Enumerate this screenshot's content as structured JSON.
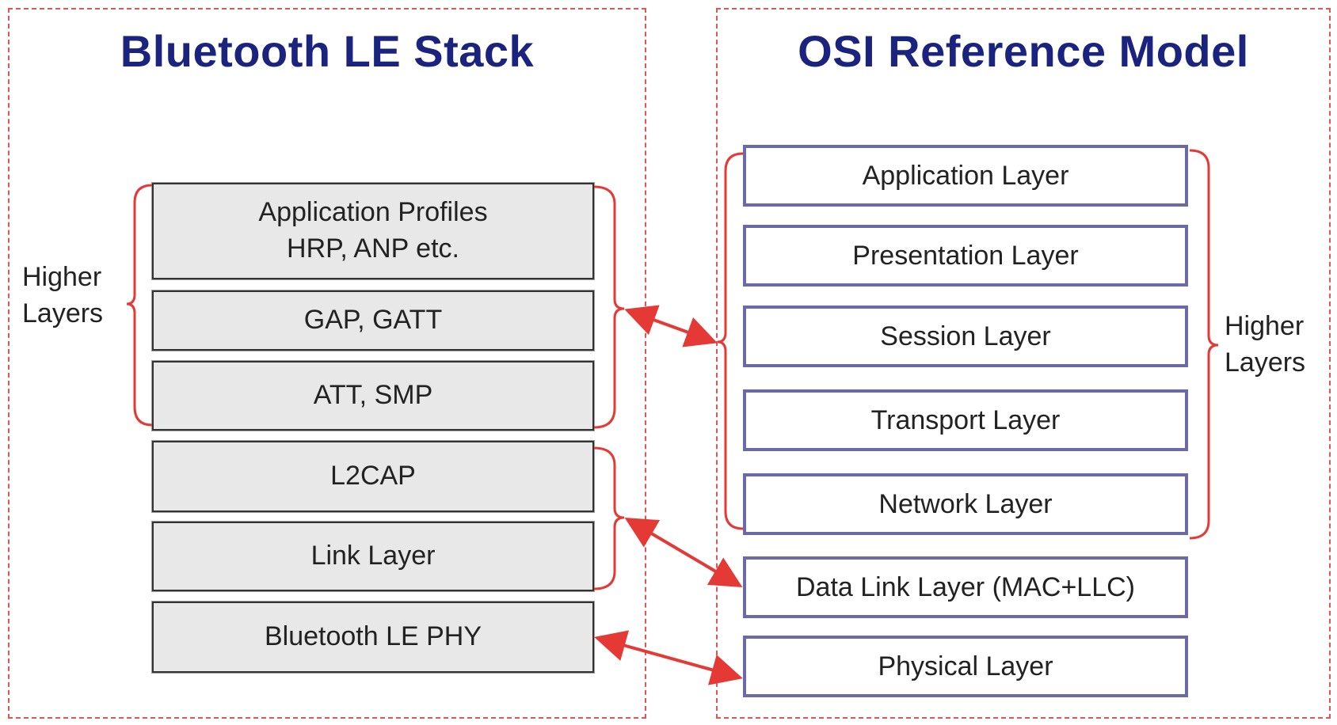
{
  "ble_stack": {
    "title": "Bluetooth LE Stack",
    "higher_layers_label": {
      "line1": "Higher",
      "line2": "Layers"
    },
    "layers": [
      {
        "line1": "Application Profiles",
        "line2": "HRP, ANP etc."
      },
      {
        "label": "GAP, GATT"
      },
      {
        "label": "ATT, SMP"
      },
      {
        "label": "L2CAP"
      },
      {
        "label": "Link Layer"
      },
      {
        "label": "Bluetooth LE PHY"
      }
    ]
  },
  "osi_model": {
    "title": "OSI Reference Model",
    "higher_layers_label": {
      "line1": "Higher",
      "line2": "Layers"
    },
    "layers": [
      {
        "label": "Application Layer"
      },
      {
        "label": "Presentation Layer"
      },
      {
        "label": "Session Layer"
      },
      {
        "label": "Transport Layer"
      },
      {
        "label": "Network Layer"
      },
      {
        "label": "Data Link Layer (MAC+LLC)"
      },
      {
        "label": "Physical Layer"
      }
    ]
  },
  "colors": {
    "title": "#1a237e",
    "ble_box_fill": "#e8e8e8",
    "osi_box_border": "#6a6aa8",
    "brace_and_arrows": "#e53935",
    "panel_border": "#e05555"
  }
}
